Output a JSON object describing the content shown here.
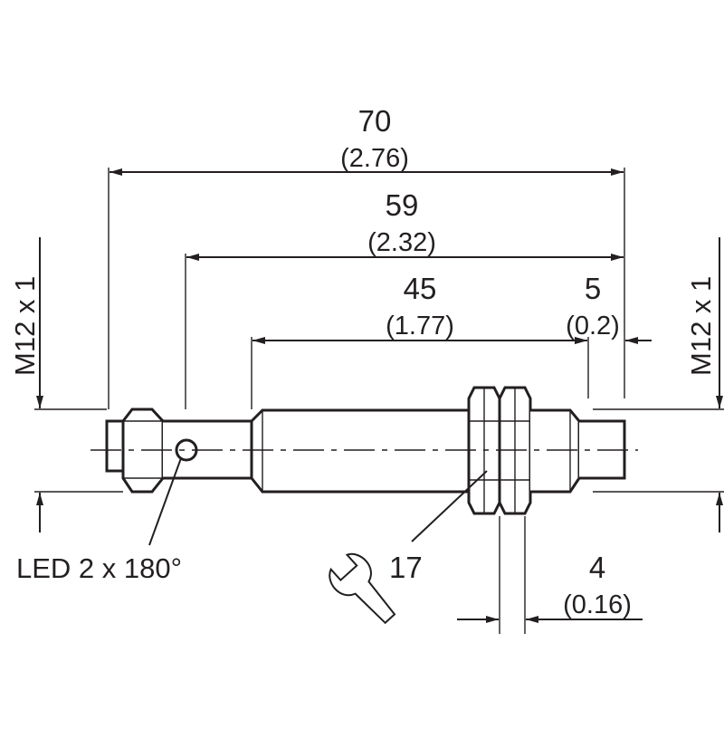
{
  "dimensions": {
    "overall_length": {
      "value": "70",
      "inch": "(2.76)"
    },
    "housing_length": {
      "value": "59",
      "inch": "(2.32)"
    },
    "thread_length": {
      "value": "45",
      "inch": "(1.77)"
    },
    "sensing_face": {
      "value": "5",
      "inch": "(0.2)"
    },
    "nut_width": {
      "value": "4",
      "inch": "(0.16)"
    }
  },
  "labels": {
    "thread_left": "M12 x 1",
    "thread_right": "M12 x 1",
    "led": "LED 2 x 180°",
    "wrench_size": "17"
  },
  "icons": [
    "wrench-icon",
    "led-indicator"
  ]
}
